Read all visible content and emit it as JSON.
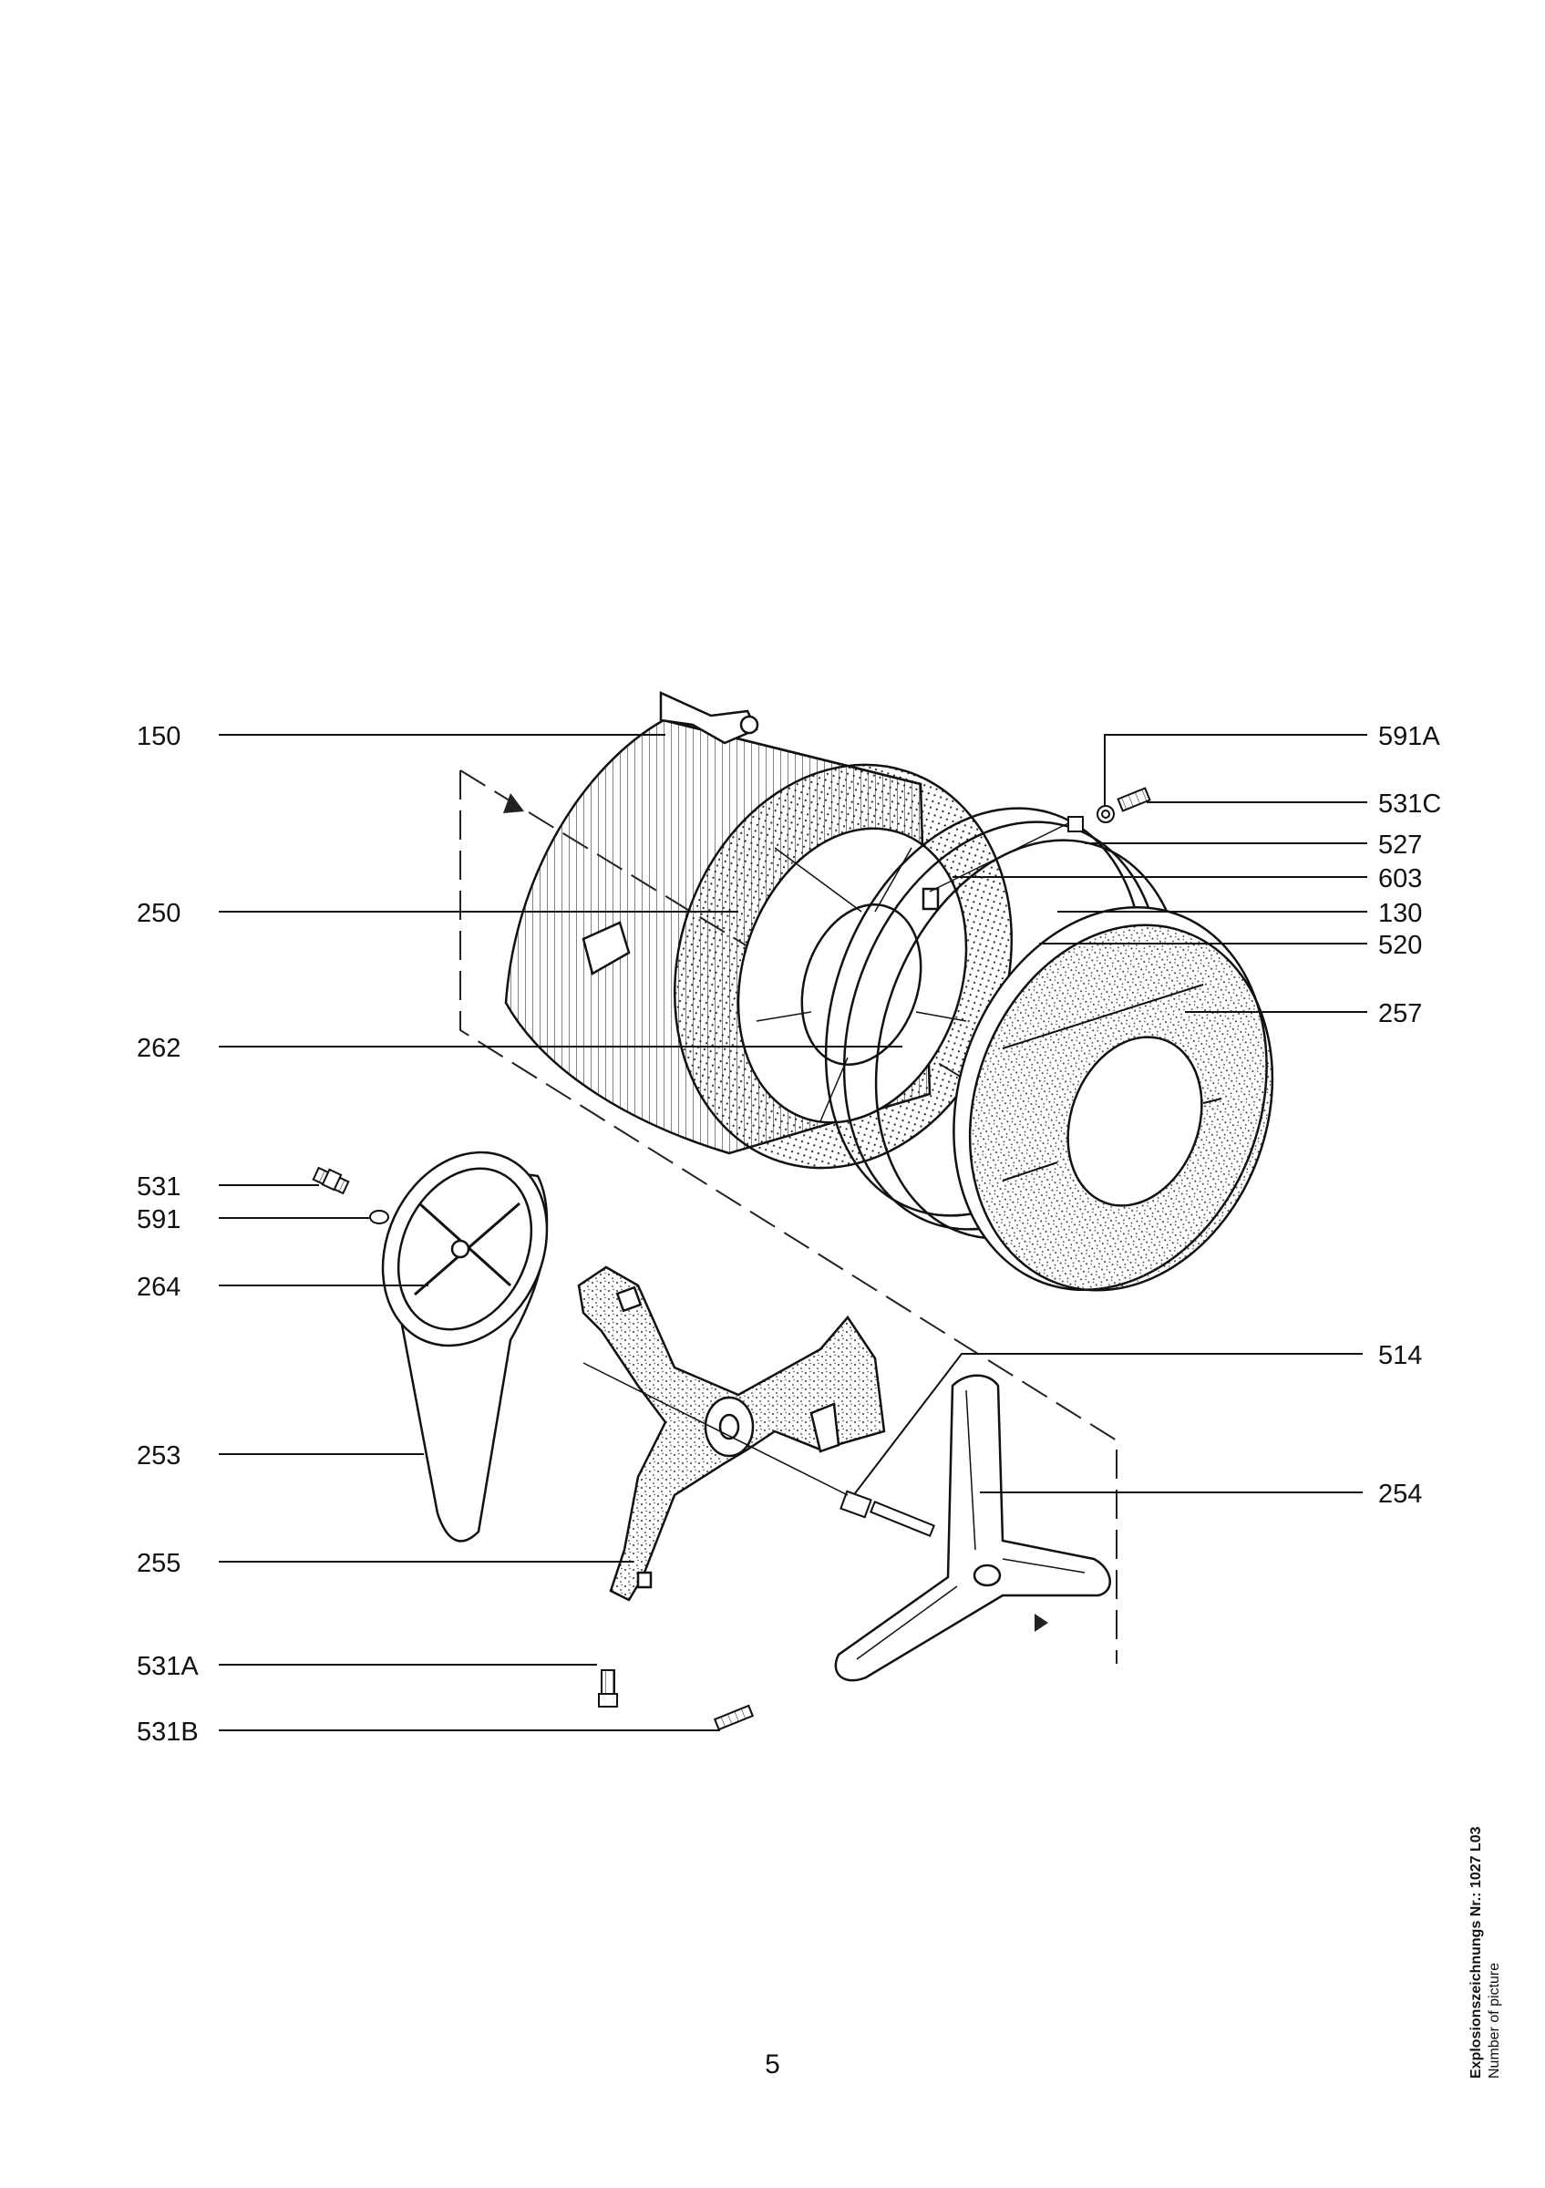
{
  "callouts": {
    "left": [
      "150",
      "250",
      "262",
      "531",
      "591",
      "264",
      "253",
      "255",
      "531A",
      "531B"
    ],
    "right": [
      "591A",
      "531C",
      "527",
      "603",
      "130",
      "520",
      "257",
      "514",
      "254"
    ]
  },
  "page_number": "5",
  "caption": {
    "title": "Explosionszeichnungs Nr.: 1027 L03",
    "subtitle": "Number of picture"
  }
}
